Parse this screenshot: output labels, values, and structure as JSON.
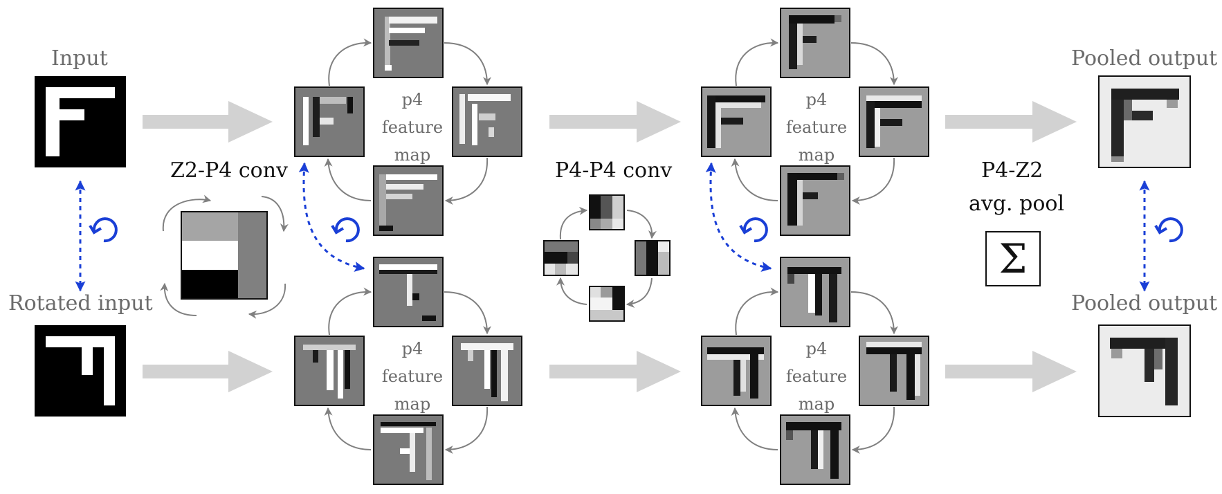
{
  "labels": {
    "input": "Input",
    "rotated_input": "Rotated input",
    "z2p4": "Z2-P4 conv",
    "p4p4": "P4-P4 conv",
    "p4z2_line1": "P4-Z2",
    "p4z2_line2": "avg. pool",
    "pooled_output_top": "Pooled output",
    "pooled_output_bottom": "Pooled output",
    "sigma": "Σ"
  },
  "feature_map_caption": [
    "p4",
    "feature",
    "map"
  ],
  "rotation_symbol": "↻",
  "colors": {
    "arrow": "#d2d2d2",
    "cycle": "#808080",
    "rotation": "#1a3fd6",
    "gray_fill": "#808080",
    "light_fill": "#9b9b9b"
  }
}
